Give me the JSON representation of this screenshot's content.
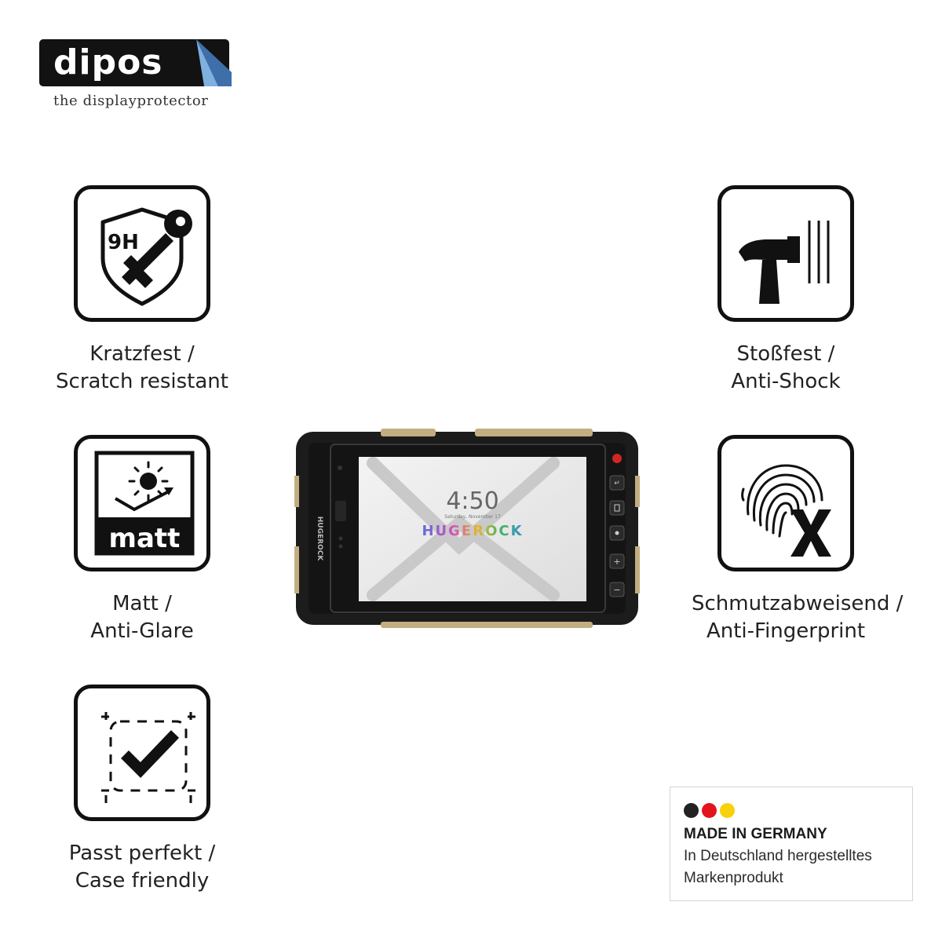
{
  "brand": {
    "name": "dipos",
    "tagline": "the displayprotector"
  },
  "features": {
    "scratch": {
      "line1": "Kratzfest /",
      "line2": "Scratch resistant",
      "icon": "shield-9h-key-icon",
      "badge": "9H"
    },
    "shock": {
      "line1": "Stoßfest /",
      "line2": "Anti-Shock",
      "icon": "hammer-icon"
    },
    "matt": {
      "line1": "Matt /",
      "line2": "Anti-Glare",
      "icon": "sun-matt-icon",
      "badge": "matt"
    },
    "fingerprint": {
      "line1": "Schmutzabweisend /",
      "line2": "Anti-Fingerprint",
      "icon": "fingerprint-x-icon"
    },
    "case": {
      "line1": "Passt perfekt /",
      "line2": "Case friendly",
      "icon": "checkmark-frame-icon"
    }
  },
  "device": {
    "brand_label": "HUGEROCK",
    "screen_time": "4:50",
    "screen_date": "Saturday, November 17",
    "screen_logo": "HUGEROCK"
  },
  "made_in_germany": {
    "title": "MADE IN GERMANY",
    "line1": "In Deutschland hergestelltes",
    "line2": "Markenprodukt",
    "flag_colors": [
      "#222222",
      "#e3141b",
      "#f7d10a"
    ]
  }
}
